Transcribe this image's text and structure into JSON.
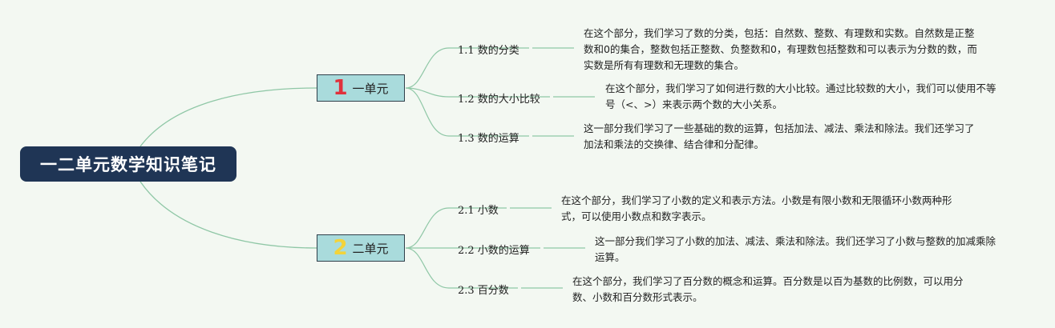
{
  "root": {
    "title": "一二单元数学知识笔记"
  },
  "units": [
    {
      "num": "1",
      "num_color": "#e0313c",
      "title": "一单元",
      "topics": [
        {
          "label": "1.1 数的分类",
          "note": "在这个部分，我们学习了数的分类，包括：自然数、整数、有理数和实数。自然数是正整数和0的集合，整数包括正整数、负整数和0，有理数包括整数和可以表示为分数的数，而实数是所有有理数和无理数的集合。"
        },
        {
          "label": "1.2 数的大小比较",
          "note": "在这个部分，我们学习了如何进行数的大小比较。通过比较数的大小，我们可以使用不等号（<、>）来表示两个数的大小关系。"
        },
        {
          "label": "1.3 数的运算",
          "note": "这一部分我们学习了一些基础的数的运算，包括加法、减法、乘法和除法。我们还学习了加法和乘法的交换律、结合律和分配律。"
        }
      ]
    },
    {
      "num": "2",
      "num_color": "#f3d33a",
      "title": "二单元",
      "topics": [
        {
          "label": "2.1 小数",
          "note": "在这个部分，我们学习了小数的定义和表示方法。小数是有限小数和无限循环小数两种形式，可以使用小数点和数字表示。"
        },
        {
          "label": "2.2 小数的运算",
          "note": "这一部分我们学习了小数的加法、减法、乘法和除法。我们还学习了小数与整数的加减乘除运算。"
        },
        {
          "label": "2.3 百分数",
          "note": "在这个部分，我们学习了百分数的概念和运算。百分数是以百为基数的比例数，可以用分数、小数和百分数形式表示。"
        }
      ]
    }
  ],
  "colors": {
    "line": "#8fc7a6",
    "root_bg": "#1f3555",
    "unit_bg": "#a9dbdc"
  }
}
